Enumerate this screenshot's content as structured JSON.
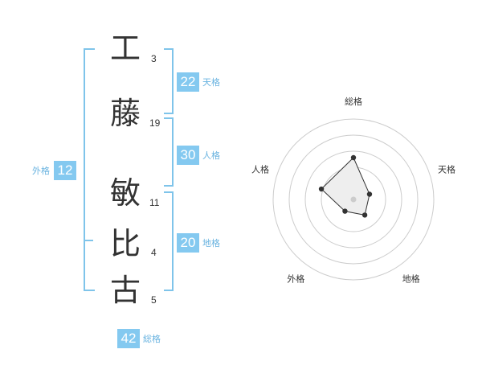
{
  "name": {
    "characters": [
      {
        "char": "工",
        "strokes": "3"
      },
      {
        "char": "藤",
        "strokes": "19"
      },
      {
        "char": "敏",
        "strokes": "11"
      },
      {
        "char": "比",
        "strokes": "4"
      },
      {
        "char": "古",
        "strokes": "5"
      }
    ]
  },
  "scores": {
    "tenkaku": {
      "label": "天格",
      "value": "22"
    },
    "jinkaku": {
      "label": "人格",
      "value": "30"
    },
    "chikaku": {
      "label": "地格",
      "value": "20"
    },
    "gaikaku": {
      "label": "外格",
      "value": "12"
    },
    "soukaku": {
      "label": "総格",
      "value": "42"
    }
  },
  "radar": {
    "axes": [
      "総格",
      "天格",
      "地格",
      "外格",
      "人格"
    ],
    "values": [
      0.52,
      0.21,
      0.24,
      0.18,
      0.42
    ],
    "colors": {
      "ring": "#cccccc",
      "fill": "#eeeeee",
      "line": "#333333",
      "point": "#333333",
      "center": "#cccccc"
    }
  },
  "colors": {
    "accent": "#84c9f0",
    "bracket": "#7fc4ea",
    "label": "#69b3e0"
  }
}
